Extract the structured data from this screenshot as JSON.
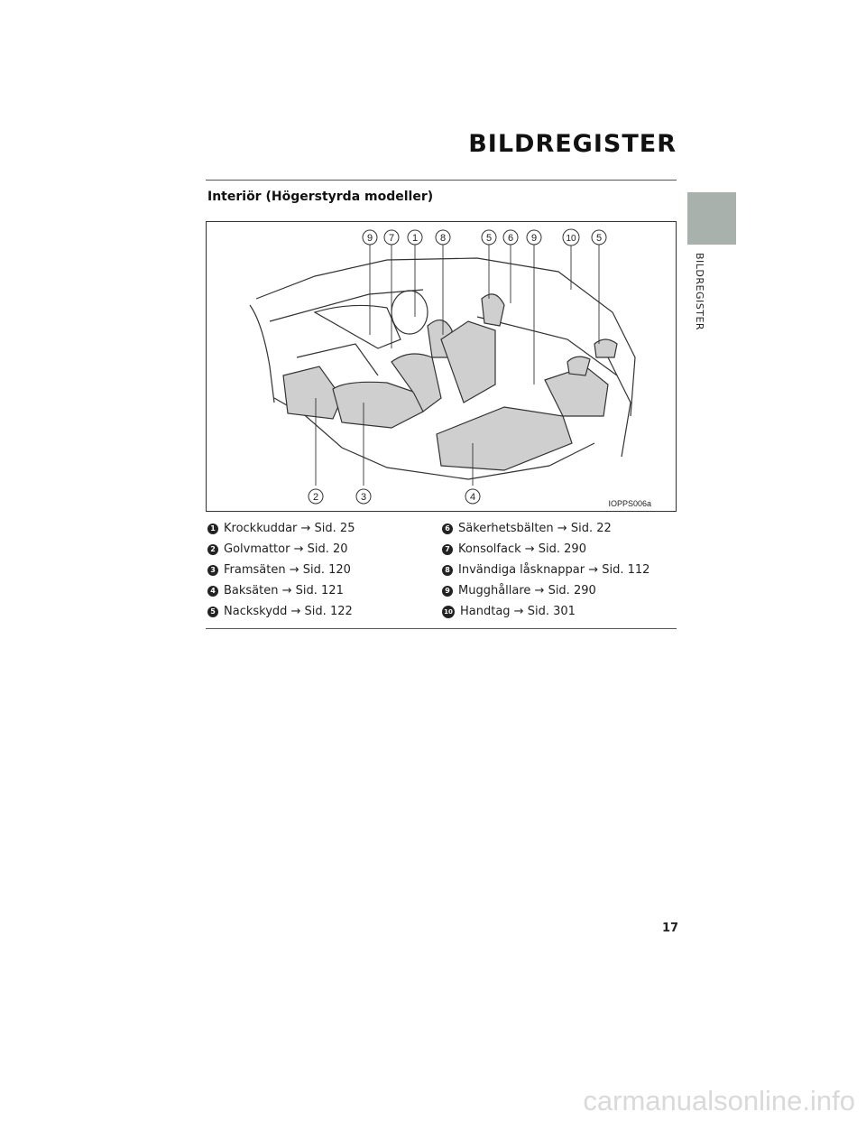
{
  "page": {
    "title": "BILDREGISTER",
    "side_label": "BILDREGISTER",
    "page_number": "17",
    "watermark": "carmanualsonline.info"
  },
  "section": {
    "heading": "Interiör (Högerstyrda modeller)"
  },
  "figure": {
    "code": "IOPPS006a",
    "callouts": [
      "9",
      "7",
      "1",
      "8",
      "5",
      "6",
      "9",
      "10",
      "5",
      "2",
      "3",
      "4"
    ]
  },
  "legend": {
    "left": [
      {
        "num": "1",
        "text": "Krockkuddar → Sid. 25"
      },
      {
        "num": "2",
        "text": "Golvmattor → Sid. 20"
      },
      {
        "num": "3",
        "text": "Framsäten → Sid. 120"
      },
      {
        "num": "4",
        "text": "Baksäten → Sid. 121"
      },
      {
        "num": "5",
        "text": "Nackskydd → Sid. 122"
      }
    ],
    "right": [
      {
        "num": "6",
        "text": "Säkerhetsbälten → Sid. 22"
      },
      {
        "num": "7",
        "text": "Konsolfack → Sid. 290"
      },
      {
        "num": "8",
        "text": "Invändiga låsknappar → Sid. 112"
      },
      {
        "num": "9",
        "text": "Mugghållare → Sid. 290"
      },
      {
        "num": "10",
        "text": " Handtag → Sid. 301"
      }
    ]
  },
  "colors": {
    "side_tab": "#a9b1ad",
    "seat_fill": "#cfcfcf",
    "rule": "#555555"
  }
}
